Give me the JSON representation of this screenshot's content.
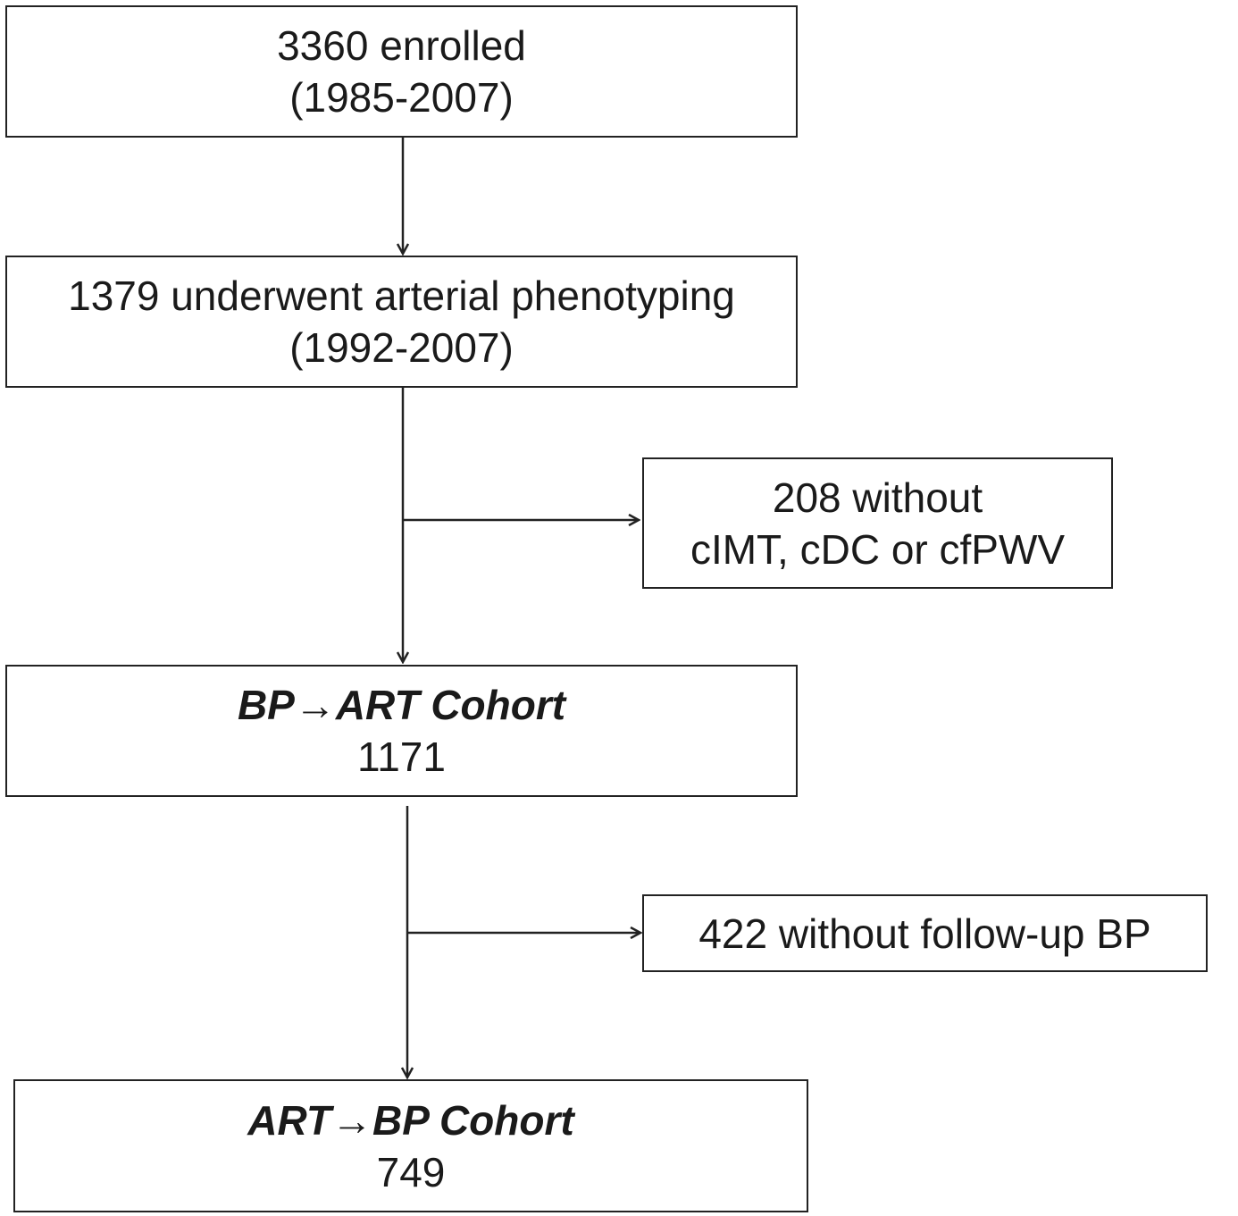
{
  "flowchart": {
    "enrolled": {
      "line1": "3360 enrolled",
      "line2": "(1985-2007)"
    },
    "phenotyping": {
      "line1": "1379 underwent arterial phenotyping",
      "line2": "(1992-2007)"
    },
    "excluded_arterial": {
      "line1": "208 without",
      "line2": "cIMT, cDC or cfPWV"
    },
    "bp_art_cohort": {
      "title": "BP→ART Cohort",
      "count": "1171"
    },
    "excluded_bp": {
      "line1": "422 without follow-up BP"
    },
    "art_bp_cohort": {
      "title": "ART→BP Cohort",
      "count": "749"
    }
  },
  "colors": {
    "stroke": "#222222",
    "text": "#1a1a1a",
    "background": "#ffffff"
  }
}
